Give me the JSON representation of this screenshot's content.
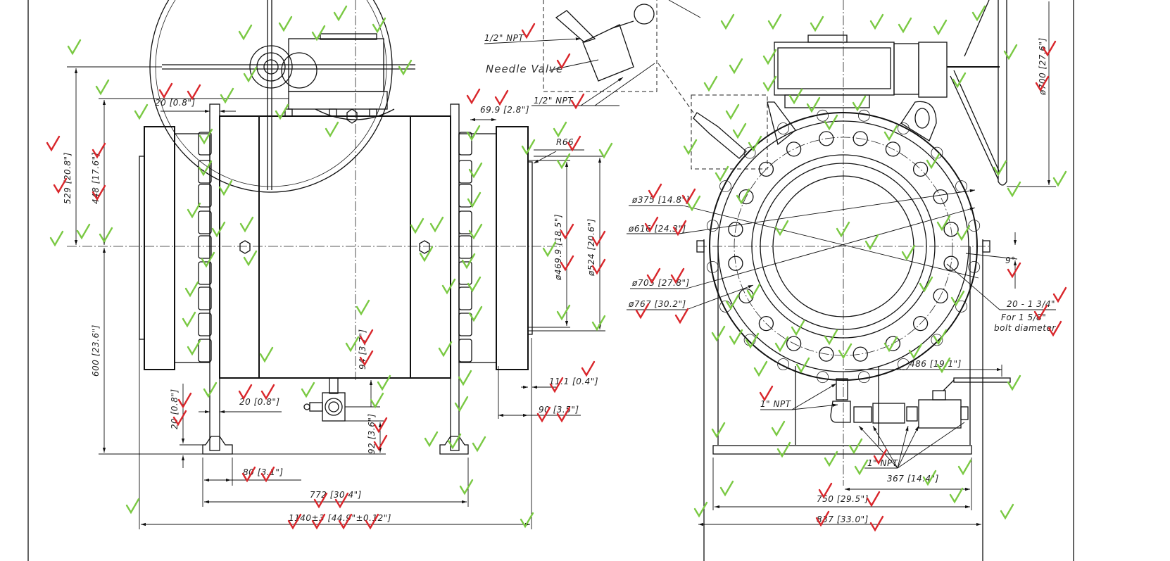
{
  "drawing": {
    "left_view": {
      "labels": {
        "npt_top": "1/2\" NPT",
        "needle_valve": "Needle Valve",
        "npt_bottom": "1/2\" NPT",
        "dim_flange_thk_top": "20 [0.8\"]",
        "dim_69_9": "69.9 [2.8\"]",
        "dim_r66": "R66",
        "dim_529": "529 [20.8\"]",
        "dim_448": "448 [17.6\"]",
        "dim_469_9": "ø469.9 [18.5\"]",
        "dim_524": "ø524 [20.6\"]",
        "dim_600": "600 [23.6\"]",
        "dim_94": "94 [3.7\"]",
        "dim_20_plate": "20 [0.8\"]",
        "dim_20_vert": "20 [0.8\"]",
        "dim_92": "92 [3.6\"]",
        "dim_11_1": "11.1 [0.4\"]",
        "dim_90": "90 [3.5\"]",
        "dim_80": "80 [3.1\"]",
        "dim_772": "772 [30.4\"]",
        "dim_1140": "1140±3 [44.9\"±0.12\"]"
      }
    },
    "right_view": {
      "labels": {
        "dim_700": "ø700 [27.6\"]",
        "dim_375": "ø375 [14.8\"]",
        "dim_616": "ø616 [24.3\"]",
        "dim_705": "ø705 [27.8\"]",
        "dim_767": "ø767 [30.2\"]",
        "angle_9": "9°",
        "bolt_count": "20 - 1 3/4\"",
        "bolt_note_1": "For 1 5/8\"",
        "bolt_note_2": "bolt diameter",
        "dim_486": "486 [19.1\"]",
        "npt_1_upper": "1\" NPT",
        "npt_1_lower": "1\" NPT",
        "dim_367": "367 [14.4\"]",
        "dim_750": "750 [29.5\"]",
        "dim_837": "837 [33.0\"]"
      }
    },
    "annotation_colors": {
      "approved": "#7ac943",
      "flagged": "#d9262b"
    }
  }
}
